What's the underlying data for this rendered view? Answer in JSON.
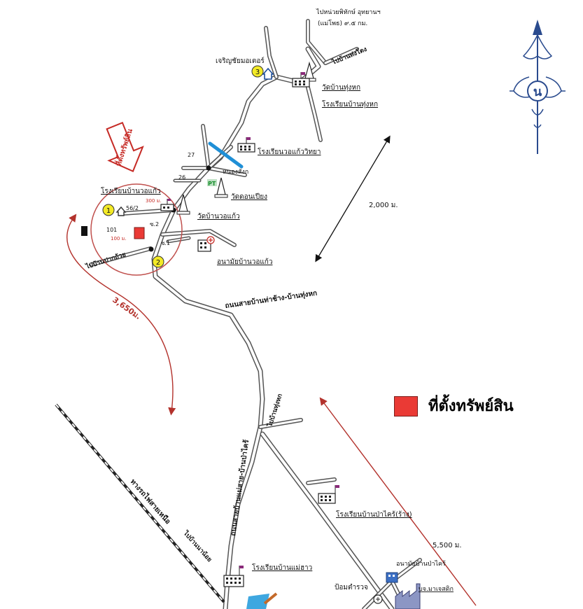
{
  "north_arrow": {
    "letter": "น"
  },
  "legend": {
    "label": "ที่ตั้งทรัพย์สิน",
    "color": "#ea3a35"
  },
  "distances": {
    "d1": "2,000 ม.",
    "d2": "3,650ม.",
    "d3": "5,500 ม."
  },
  "roads": {
    "main": "ถนนสายบ้านท่าช้าง-บ้านทุ่งหก",
    "lower": "ถนนสายบ้านแม่สาย-บ้านป่าไคร้"
  },
  "railway": "ทางรถไฟสายเหนือ",
  "directions": {
    "to_top": "ไปหน่วยพิทักษ์ อุทยานฯ",
    "to_top_sub": "(แม่โพธ) ๙.๕ กม.",
    "to_thongklang": "ไปบ้านท่งโตง",
    "to_paktuay": "ไปบ้านปากถ้วย",
    "to_thunghok": "ไปบ้านทุ่งหก",
    "to_nanorth": "ไปบ้านนาน้อย"
  },
  "places": {
    "cheron_motor": "เจริญชัยมอเตอร์",
    "wat_thunghok": "วัดบ้านทุ่งหก",
    "school_thunghok": "โรงเรียนบ้านทุ่งหก",
    "school_wonkaew_wittaya": "โรงเรียนวอแก้ววิทยา",
    "reservoir": "หนองสังก",
    "wat_donpiang": "วัดดอนเปียง",
    "school_wonkaew": "โรงเรียนบ้านวอแก้ว",
    "wat_wonkaew": "วัดบ้านวอแก้ว",
    "health_center": "อนามัยบ้านวอแก้ว",
    "school_pakrai": "โรงเรียนบ้านป่าไคร้(ร้าง)",
    "health_pakrai": "อนามัยบ้านป่าไคร้",
    "police": "ป้อมตำรวจ",
    "company": "บจ.มาเจสติก",
    "school_maesao": "โรงเรียนบ้านแม่ฮาว"
  },
  "site_marker": {
    "text": "ที่ตั้งทรัพย์สิน"
  },
  "markers": {
    "m1": "1",
    "m2": "2",
    "m3": "3"
  },
  "small_labels": {
    "house_no": "56/2",
    "dist_300": "300 ม.",
    "dist_100": "100 ม.",
    "road_101": "101",
    "road_s2": "ซ.2",
    "road_s1": "ซ.1",
    "road_27": "27",
    "road_26": "26",
    "pt": "PT"
  }
}
